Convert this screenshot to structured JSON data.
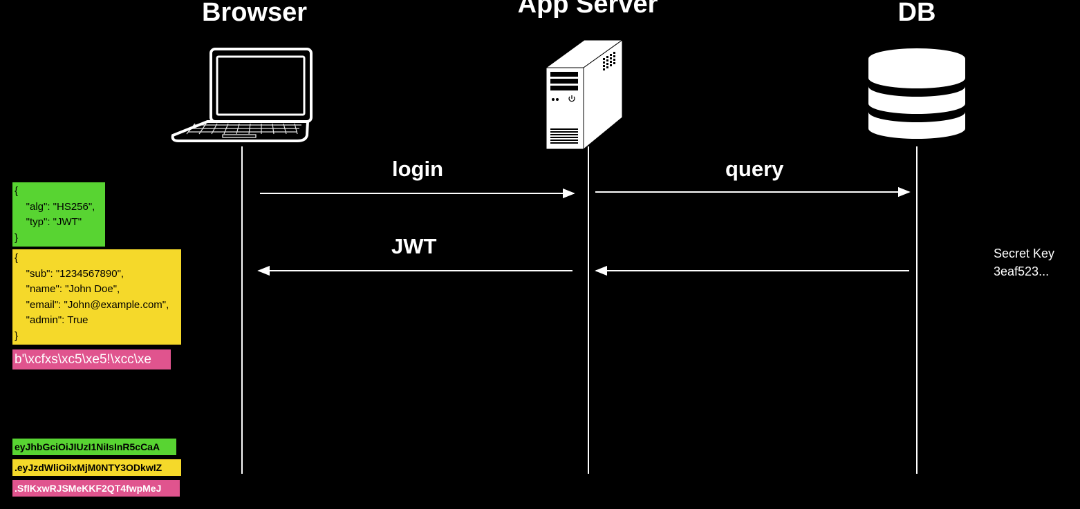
{
  "lanes": {
    "browser": "Browser",
    "app_server": "App Server",
    "db": "DB"
  },
  "messages": {
    "login": "login",
    "query": "query",
    "jwt": "JWT"
  },
  "secret": {
    "line1": "Secret Key",
    "line2": "3eaf523..."
  },
  "jwt_header": "{\n    \"alg\": \"HS256\",\n    \"typ\": \"JWT\"\n}",
  "jwt_payload": "{\n    \"sub\": \"1234567890\",\n    \"name\": \"John Doe\",\n    \"email\": \"John@example.com\",\n    \"admin\": True\n}",
  "jwt_signature_bytes": "b'\\xcfxs\\xc5\\xe5!\\xcc\\xe",
  "token_parts": {
    "header": "eyJhbGciOiJIUzI1NiIsInR5cCaA",
    "payload": ".eyJzdWliOilxMjM0NTY3ODkwIZ",
    "signature": ".SflKxwRJSMeKKF2QT4fwpMeJ"
  },
  "colors": {
    "background": "#000000",
    "header_green": "#58d432",
    "payload_yellow": "#f5d92a",
    "signature_pink": "#e0548e"
  },
  "icons": {
    "browser": "laptop-icon",
    "app_server": "server-tower-icon",
    "db": "database-icon"
  }
}
